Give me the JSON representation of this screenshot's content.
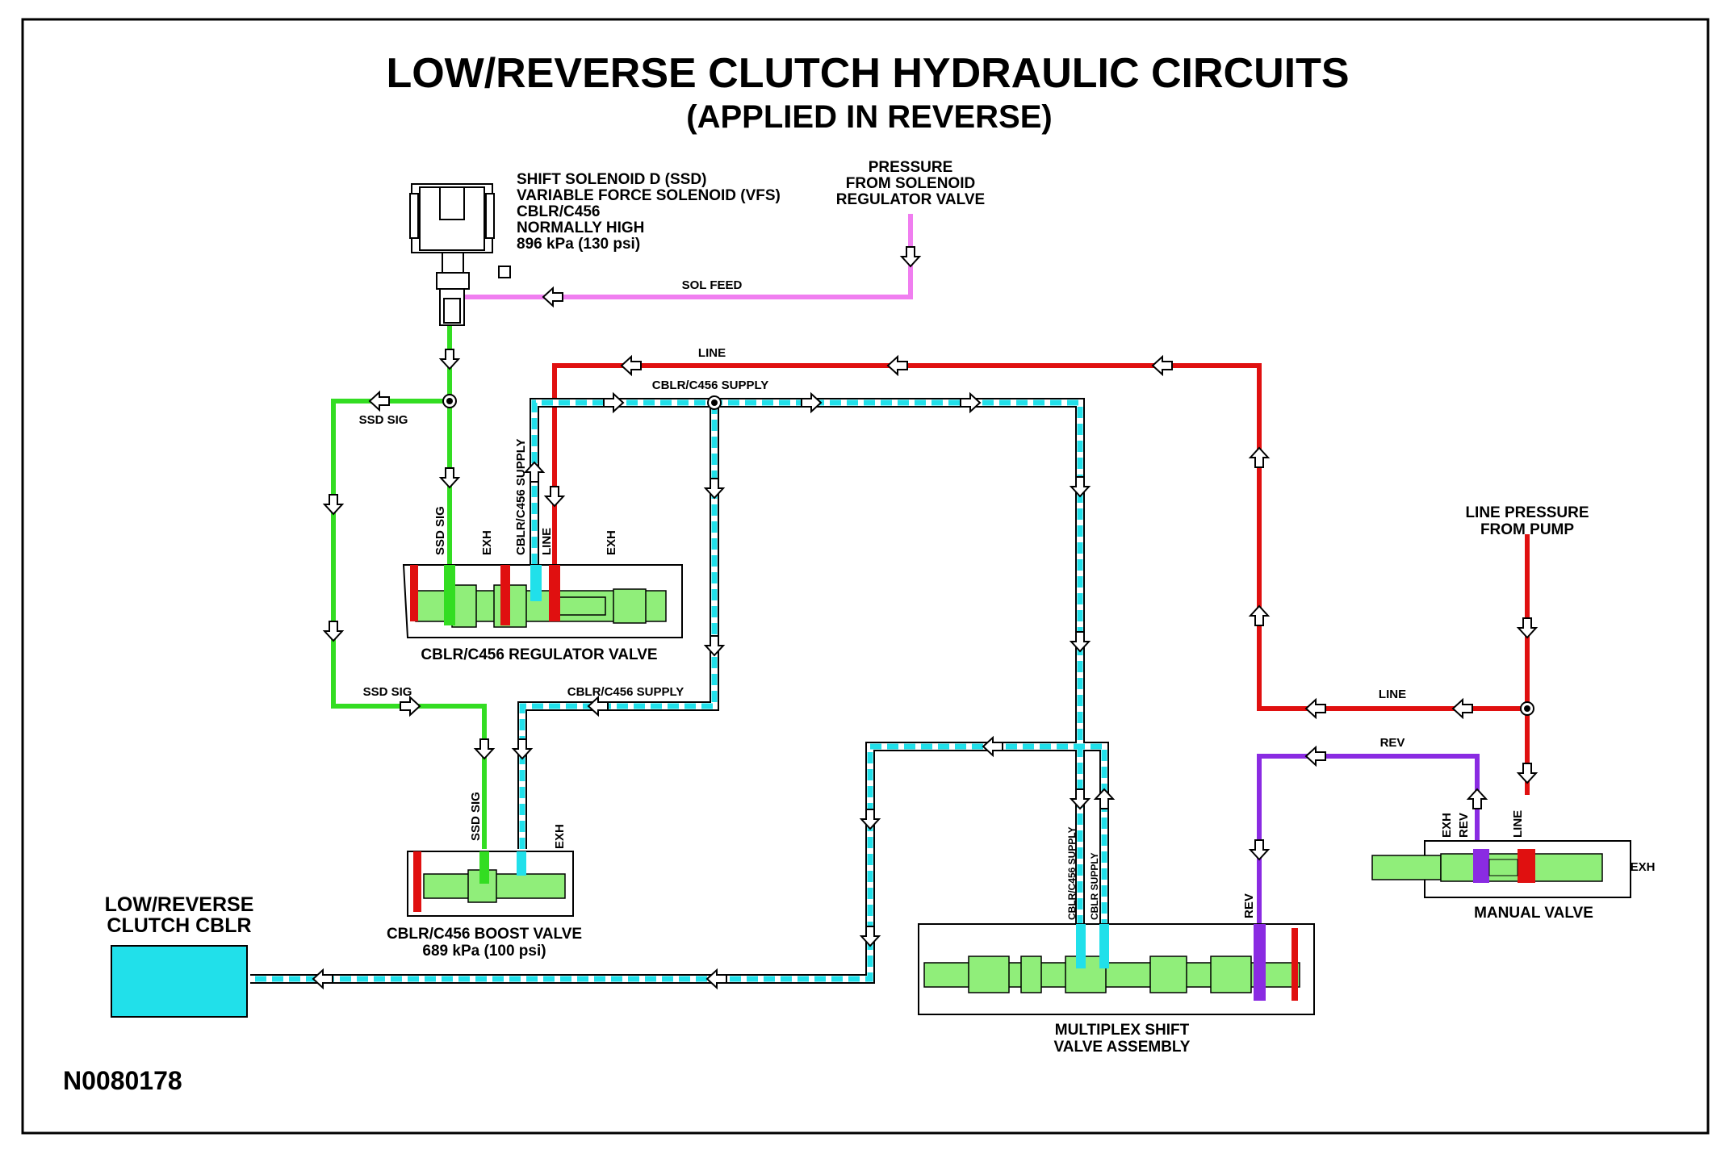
{
  "title": "LOW/REVERSE CLUTCH HYDRAULIC CIRCUITS",
  "subtitle": "(APPLIED IN REVERSE)",
  "figure_id": "N0080178",
  "colors": {
    "sol_feed": "#f07ef0",
    "line": "#e01010",
    "ssd_sig": "#33dd22",
    "supply": "#21e0ea",
    "rev": "#8a2be2",
    "valve_body": "#90ee7a"
  },
  "solenoid": {
    "lines": [
      "SHIFT SOLENOID D (SSD)",
      "VARIABLE FORCE SOLENOID (VFS)",
      "CBLR/C456",
      "NORMALLY HIGH",
      "896 kPa (130 psi)"
    ]
  },
  "pressure_source": {
    "lines": [
      "PRESSURE",
      "FROM SOLENOID",
      "REGULATOR VALVE"
    ]
  },
  "pump_source": {
    "lines": [
      "LINE PRESSURE",
      "FROM PUMP"
    ]
  },
  "circuit_labels": {
    "sol_feed": "SOL FEED",
    "line": "LINE",
    "line_right": "LINE",
    "supply": "CBLR/C456  SUPPLY",
    "supply_lower": "CBLR/C456 SUPPLY",
    "ssd_sig": "SSD SIG",
    "ssd_sig_lower": "SSD SIG",
    "rev": "REV",
    "exh": "EXH"
  },
  "port_labels": {
    "regulator": [
      "SSD SIG",
      "EXH",
      "CBLR/C456 SUPPLY",
      "LINE",
      "EXH"
    ],
    "boost": [
      "SSD SIG",
      "EXH"
    ],
    "multiplex": [
      "CBLR/C456 SUPPLY",
      "CBLR SUPPLY",
      "REV"
    ],
    "manual": [
      "EXH",
      "REV",
      "LINE"
    ]
  },
  "components": {
    "regulator_valve": "CBLR/C456 REGULATOR VALVE",
    "boost_valve": {
      "lines": [
        "CBLR/C456 BOOST VALVE",
        "689 kPa (100 psi)"
      ]
    },
    "multiplex": {
      "lines": [
        "MULTIPLEX SHIFT",
        "VALVE ASSEMBLY"
      ]
    },
    "manual_valve": "MANUAL VALVE",
    "clutch": {
      "lines": [
        "LOW/REVERSE",
        "CLUTCH CBLR"
      ]
    }
  }
}
